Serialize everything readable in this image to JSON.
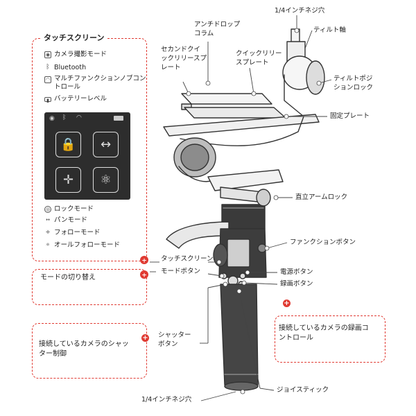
{
  "touch_box": {
    "title": "タッチスクリーン",
    "status_items": [
      {
        "icon": "camera-icon",
        "label": "カメラ撮影モード"
      },
      {
        "icon": "bluetooth-icon",
        "label": "Bluetooth"
      },
      {
        "icon": "multifunction-icon",
        "label": "マルチファンクションノブコントロール"
      },
      {
        "icon": "battery-icon",
        "label": "バッテリーレベル"
      }
    ],
    "mode_items": [
      {
        "icon": "lock-mode-icon",
        "label": "ロックモード"
      },
      {
        "icon": "pan-mode-icon",
        "label": "パンモード"
      },
      {
        "icon": "follow-mode-icon",
        "label": "フォローモード"
      },
      {
        "icon": "all-follow-mode-icon",
        "label": "オールフォローモード"
      }
    ]
  },
  "callouts": {
    "top_hole": "1/4インチネジ穴",
    "tilt_axis": "ティルト軸",
    "anti_drop_line1": "アンチドロップ",
    "anti_drop_line2": "コラム",
    "second_qr_line1": "セカンドクイ",
    "second_qr_line2": "ックリリースプ",
    "second_qr_line3": "レート",
    "qr_plate_line1": "クイックリリー",
    "qr_plate_line2": "スプレート",
    "tilt_lock_line1": "ティルトポジ",
    "tilt_lock_line2": "ションロック",
    "fixed_plate": "固定プレート",
    "vertical_arm_lock": "直立アームロック",
    "function_button": "ファンクションボタン",
    "touch_screen": "タッチスクリーン",
    "mode_button": "モードボタン",
    "power_button": "電源ボタン",
    "record_button": "録画ボタン",
    "shutter_line1": "シャッター",
    "shutter_line2": "ボタン",
    "joystick": "ジョイスティック",
    "bottom_hole": "1/4インチネジ穴"
  },
  "notes": {
    "mode_switch": "モードの切り替え",
    "shutter_control_line1": "接続しているカメラのシャッ",
    "shutter_control_line2": "ター制御",
    "record_control_line1": "接続しているカメラの録画コ",
    "record_control_line2": "ントロール"
  },
  "colors": {
    "accent": "#e03a32",
    "screen": "#2d2d2d",
    "line": "#333333"
  }
}
